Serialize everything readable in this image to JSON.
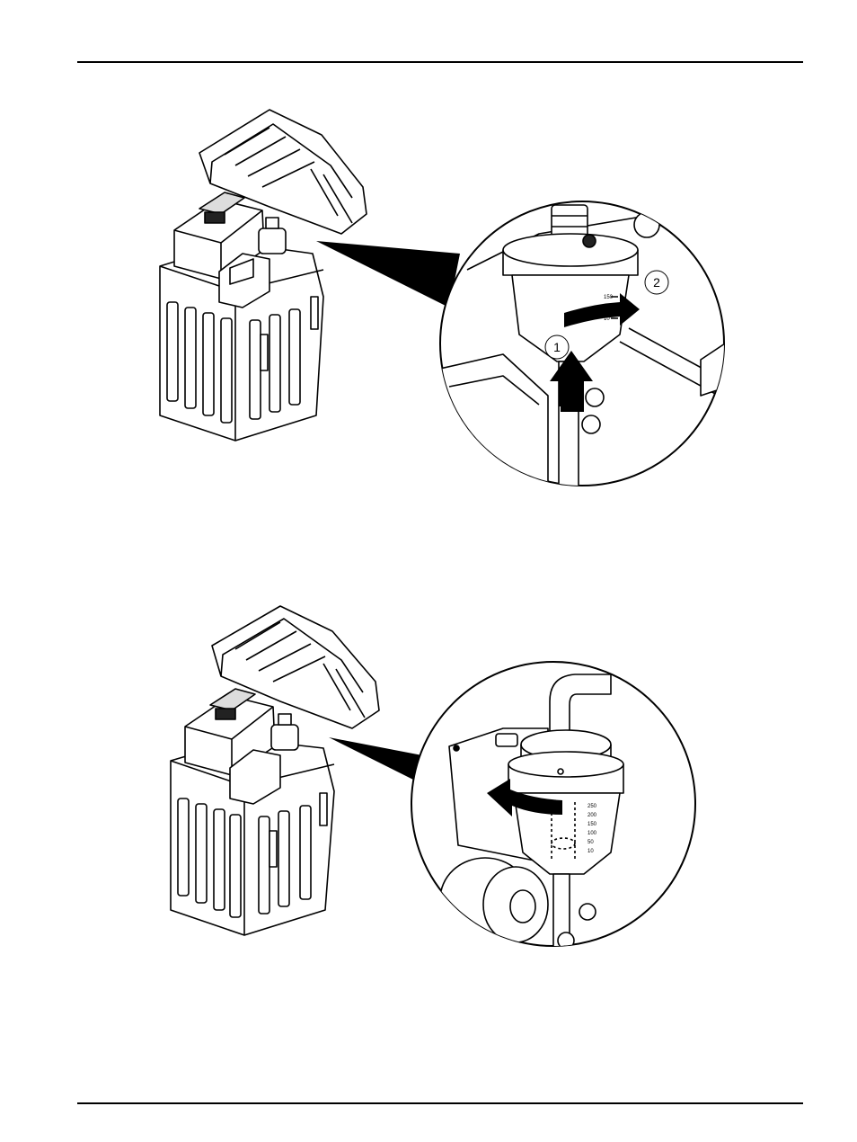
{
  "figure1": {
    "callouts": [
      "1",
      "2"
    ],
    "scale_marks": [
      "10",
      "100",
      "150"
    ]
  },
  "figure2": {
    "scale_marks": [
      "250",
      "200",
      "150",
      "100",
      "50",
      "10"
    ]
  },
  "icons": {
    "arrow_up": "arrow-up-icon",
    "arrow_rotate_cw": "arrow-clockwise-icon",
    "arrow_rotate_ccw": "arrow-counterclockwise-icon"
  }
}
